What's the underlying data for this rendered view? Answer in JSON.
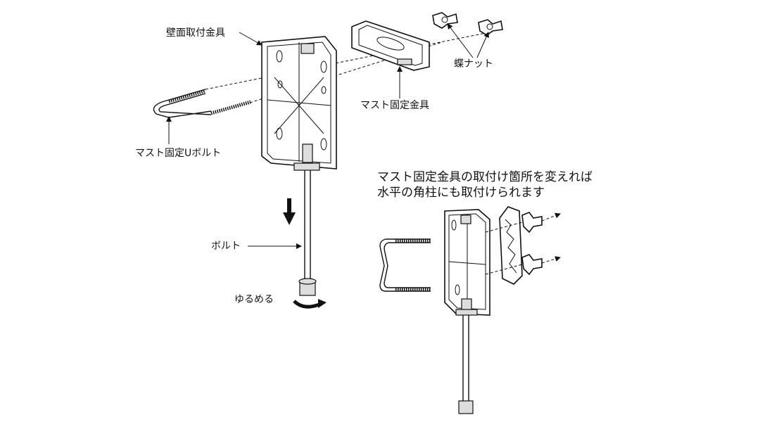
{
  "labels": {
    "wall_bracket": "壁面取付金具",
    "mast_bracket_top": "マスト固定金具",
    "wing_nut": "蝶ナット",
    "u_bolt": "マスト固定Uボルト",
    "bolt": "ボルト",
    "loosen": "ゆるめる"
  },
  "caption": {
    "line1": "マスト固定金具の取付け箇所を変えれば",
    "line2": "水平の角柱にも取付けられます"
  }
}
